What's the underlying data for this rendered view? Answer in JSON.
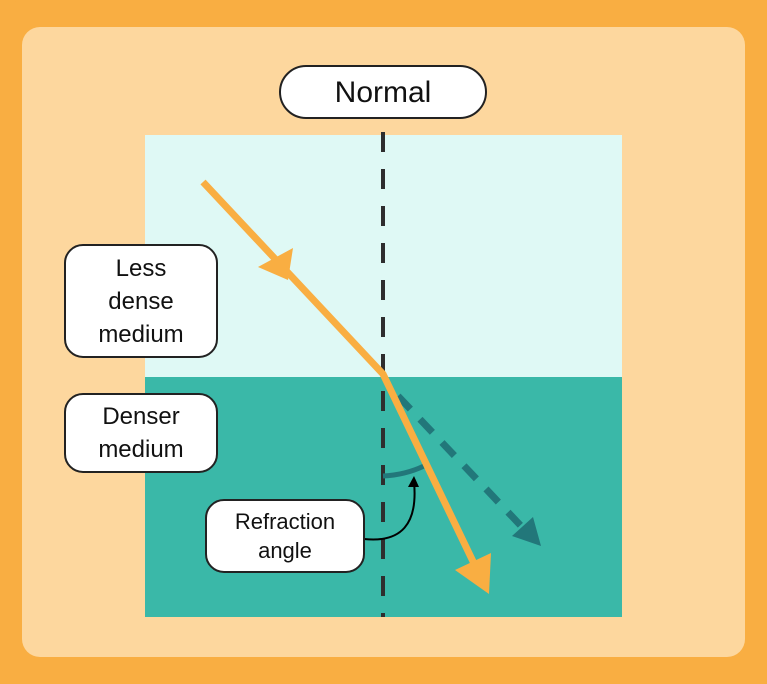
{
  "labels": {
    "normal": "Normal",
    "less_dense": [
      "Less",
      "dense",
      "medium"
    ],
    "denser": [
      "Denser",
      "medium"
    ],
    "refraction_angle": [
      "Refraction",
      "angle"
    ]
  },
  "colors": {
    "frame": "#F9AE42",
    "background": "#FDD79E",
    "less_dense_medium": "#DFF9F5",
    "denser_medium": "#3AB8A8",
    "ray": "#F9AE42",
    "undeviated_ray": "#22777A",
    "normal_line": "#2E2E2E"
  }
}
